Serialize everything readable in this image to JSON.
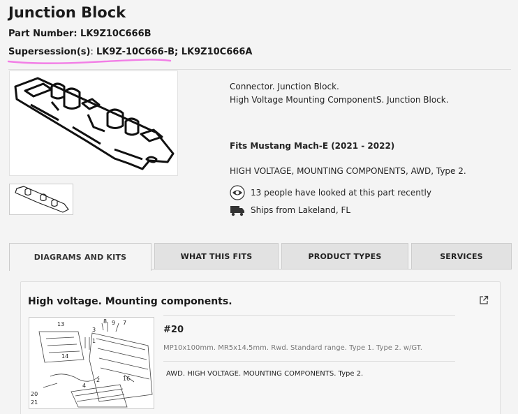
{
  "product": {
    "title": "Junction Block",
    "part_number_text": "Part Number: LK9Z10C666B",
    "supersession_label": "Supersession(s)",
    "supersession_sep": ": ",
    "supersessions": "LK9Z-10C666-B; LK9Z10C666A"
  },
  "description": {
    "line1": "Connector. Junction Block.",
    "line2": "High Voltage Mounting ComponentS. Junction Block.",
    "fits": "Fits Mustang Mach-E (2021 - 2022)",
    "line3": "HIGH VOLTAGE, MOUNTING COMPONENTS, AWD, Type 2.",
    "views": "13 people have looked at this part recently",
    "ships": "Ships from Lakeland, FL"
  },
  "tabs": [
    {
      "label": "DIAGRAMS AND KITS"
    },
    {
      "label": "WHAT THIS FITS"
    },
    {
      "label": "PRODUCT TYPES"
    },
    {
      "label": "SERVICES"
    }
  ],
  "diagram_card": {
    "title": "High voltage. Mounting components.",
    "ref_number": "#20",
    "spec": "MP10x100mm. MR5x14.5mm. Rwd. Standard range. Type 1. Type 2. w/GT.",
    "note": "AWD. HIGH VOLTAGE. MOUNTING COMPONENTS. Type 2.",
    "callouts": [
      "13",
      "14",
      "3",
      "1",
      "8",
      "9",
      "7",
      "4",
      "2",
      "16",
      "20",
      "21"
    ]
  },
  "colors": {
    "highlight": "#f27ee6",
    "tab_inactive": "#e2e2e2",
    "background": "#f4f4f4"
  },
  "icons": {
    "views": "eye-icon",
    "ships": "truck-icon",
    "external": "external-link-icon"
  }
}
